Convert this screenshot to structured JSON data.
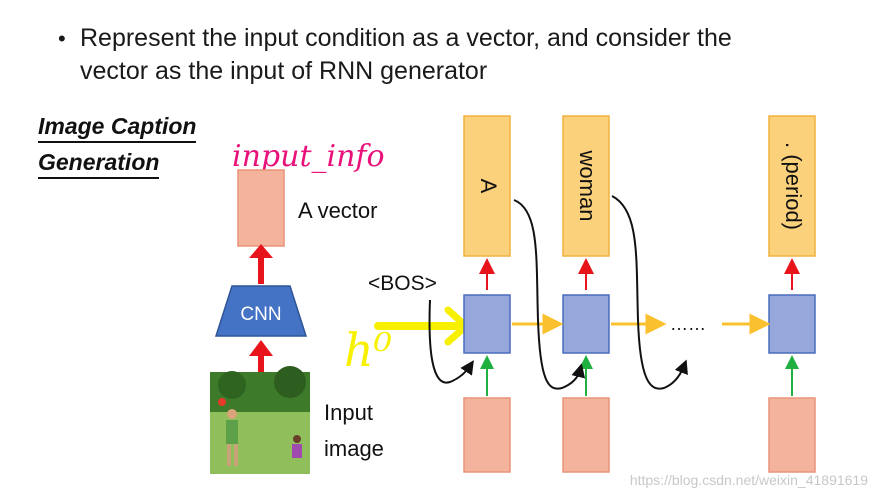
{
  "bullet": {
    "line1": "Represent the input condition as a vector, and consider the",
    "line2": "vector as the input of RNN generator"
  },
  "title": {
    "line1": "Image Caption",
    "line2": "Generation"
  },
  "labels": {
    "a_vector": "A vector",
    "cnn": "CNN",
    "input_image_1": "Input",
    "input_image_2": "image",
    "bos": "<BOS>",
    "ellipsis": "……",
    "out_1": "A",
    "out_2": "woman",
    "out_3": ". (period)"
  },
  "handwriting": {
    "text": "input_info",
    "h0": "h⁰"
  },
  "watermark": "https://blog.csdn.net/weixin_41891619",
  "colors": {
    "peach": "#f4b39d",
    "peach_border": "#e89478",
    "orange": "#fbd17b",
    "orange_border": "#f0b23e",
    "blue": "#95a7db",
    "blue_border": "#4a6bbd",
    "cnn": "#4472c4",
    "red": "#e8141b",
    "green": "#20b040",
    "yellow": "#fbc02d",
    "handwriting_magenta": "#e8127a",
    "handwriting_yellow": "#f7f000"
  }
}
